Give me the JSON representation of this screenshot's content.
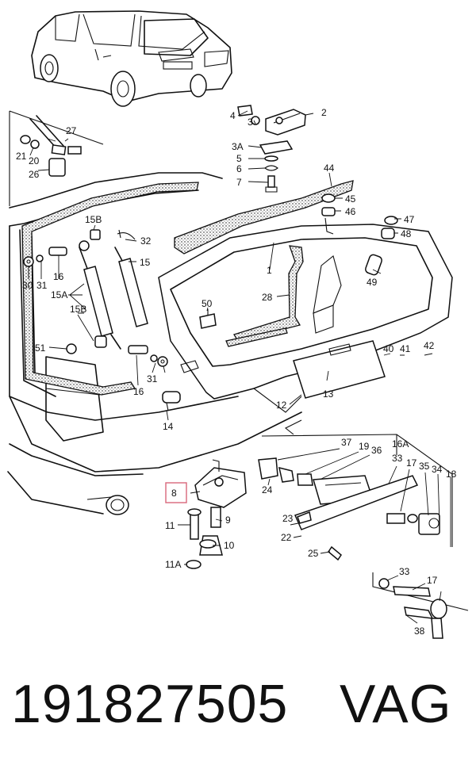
{
  "diagram": {
    "highlight_color": "#d9667a",
    "labels": {
      "l1": "1",
      "l2": "2",
      "l3": "3",
      "l3a": "3A",
      "l4": "4",
      "l5": "5",
      "l6": "6",
      "l7": "7",
      "l8": "8",
      "l9": "9",
      "l10": "10",
      "l11": "11",
      "l11a": "11A",
      "l12": "12",
      "l13": "13",
      "l14": "14",
      "l15": "15",
      "l15a": "15A",
      "l15b_top": "15B",
      "l15b": "15B",
      "l16_top": "16",
      "l16": "16",
      "l16a": "16A",
      "l17": "17",
      "l17b": "17",
      "l18": "18",
      "l19": "19",
      "l20": "20",
      "l21": "21",
      "l22": "22",
      "l23": "23",
      "l24": "24",
      "l25": "25",
      "l26": "26",
      "l27": "27",
      "l28": "28",
      "l30": "30",
      "l31_top": "31",
      "l31": "31",
      "l32": "32",
      "l33": "33",
      "l33b": "33",
      "l34": "34",
      "l35": "35",
      "l36": "36",
      "l37": "37",
      "l38": "38",
      "l40": "40",
      "l41": "41",
      "l42": "42",
      "l44": "44",
      "l45": "45",
      "l46": "46",
      "l47": "47",
      "l48": "48",
      "l49": "49",
      "l50": "50",
      "l51": "51"
    }
  },
  "footer": {
    "part_number": "191827505",
    "brand": "VAG"
  }
}
